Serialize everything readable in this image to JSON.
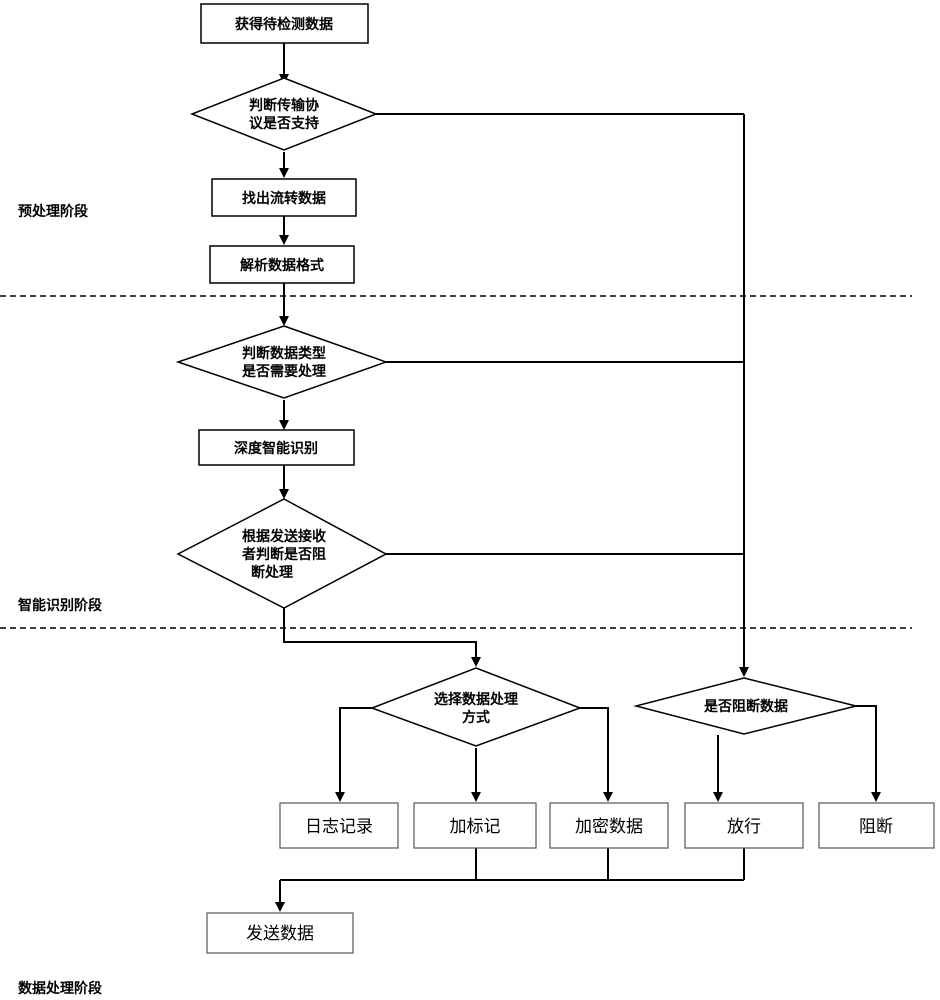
{
  "stages": {
    "preprocess": "预处理阶段",
    "recognition": "智能识别阶段",
    "processing": "数据处理阶段"
  },
  "nodes": {
    "get_data": "获得待检测数据",
    "protocol_line1": "判断传输协",
    "protocol_line2": "议是否支持",
    "find_flow": "找出流转数据",
    "parse_format": "解析数据格式",
    "type_line1": "判断数据类型",
    "type_line2": "是否需要处理",
    "deep_recognition": "深度智能识别",
    "sender_line1": "根据发送接收",
    "sender_line2": "者判断是否阻",
    "sender_line3": "断处理",
    "select_line1": "选择数据处理",
    "select_line2": "方式",
    "block_decision": "是否阻断数据",
    "log": "日志记录",
    "mark": "加标记",
    "encrypt": "加密数据",
    "allow": "放行",
    "block": "阻断",
    "send": "发送数据"
  }
}
